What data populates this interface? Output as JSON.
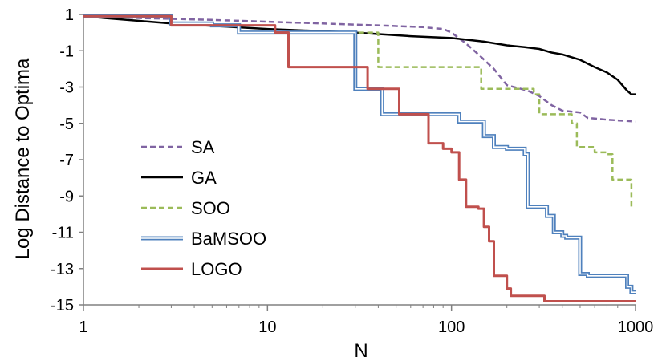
{
  "chart_data": {
    "type": "line",
    "title": "",
    "xlabel": "N",
    "ylabel": "Log Distance to Optima",
    "x_scale": "log",
    "xlim": [
      1,
      1000
    ],
    "ylim": [
      -15,
      1
    ],
    "x_ticks": [
      1,
      10,
      100,
      1000
    ],
    "x_tick_labels": [
      "1",
      "10",
      "100",
      "1000"
    ],
    "y_ticks": [
      1,
      -1,
      -3,
      -5,
      -7,
      -9,
      -11,
      -13,
      -15
    ],
    "y_tick_labels": [
      "1",
      "-1",
      "-3",
      "-5",
      "-7",
      "-9",
      "-11",
      "-13",
      "-15"
    ],
    "grid": false,
    "legend": "left",
    "series": [
      {
        "name": "SA",
        "color": "#8064a2",
        "style": "dashed",
        "step": false,
        "points": [
          [
            1,
            0.9
          ],
          [
            2,
            0.8
          ],
          [
            5,
            0.7
          ],
          [
            10,
            0.6
          ],
          [
            20,
            0.5
          ],
          [
            40,
            0.4
          ],
          [
            70,
            0.3
          ],
          [
            90,
            0.2
          ],
          [
            100,
            0
          ],
          [
            120,
            -0.6
          ],
          [
            140,
            -1.2
          ],
          [
            170,
            -2
          ],
          [
            200,
            -2.9
          ],
          [
            260,
            -3.2
          ],
          [
            300,
            -3.5
          ],
          [
            350,
            -4
          ],
          [
            400,
            -4.3
          ],
          [
            500,
            -4.4
          ],
          [
            550,
            -4.7
          ],
          [
            700,
            -4.8
          ],
          [
            1000,
            -4.9
          ]
        ]
      },
      {
        "name": "GA",
        "color": "#000000",
        "style": "solid",
        "step": false,
        "points": [
          [
            1,
            0.9
          ],
          [
            3,
            0.5
          ],
          [
            10,
            0.2
          ],
          [
            30,
            0
          ],
          [
            60,
            -0.2
          ],
          [
            100,
            -0.3
          ],
          [
            150,
            -0.5
          ],
          [
            200,
            -0.7
          ],
          [
            250,
            -0.8
          ],
          [
            300,
            -0.9
          ],
          [
            350,
            -1.1
          ],
          [
            400,
            -1.2
          ],
          [
            500,
            -1.5
          ],
          [
            600,
            -1.9
          ],
          [
            700,
            -2.2
          ],
          [
            800,
            -2.6
          ],
          [
            900,
            -3.2
          ],
          [
            950,
            -3.4
          ],
          [
            1000,
            -3.4
          ]
        ]
      },
      {
        "name": "SOO",
        "color": "#9bbb59",
        "style": "dashed",
        "step": true,
        "points": [
          [
            1,
            0.9
          ],
          [
            3,
            0.5
          ],
          [
            5,
            0.4
          ],
          [
            7,
            0
          ],
          [
            38,
            0
          ],
          [
            40,
            -1.9
          ],
          [
            135,
            -1.9
          ],
          [
            145,
            -3.1
          ],
          [
            240,
            -3.1
          ],
          [
            280,
            -3.4
          ],
          [
            300,
            -4.5
          ],
          [
            400,
            -4.5
          ],
          [
            450,
            -5
          ],
          [
            480,
            -6.3
          ],
          [
            550,
            -6.3
          ],
          [
            600,
            -6.6
          ],
          [
            700,
            -6.7
          ],
          [
            750,
            -8.1
          ],
          [
            900,
            -8.1
          ],
          [
            950,
            -9.6
          ],
          [
            960,
            -9.7
          ]
        ]
      },
      {
        "name": "BaMSOO",
        "color": "#4f81bd",
        "style": "double",
        "step": true,
        "points": [
          [
            1,
            0.9
          ],
          [
            3,
            0.5
          ],
          [
            5,
            0.4
          ],
          [
            7,
            0
          ],
          [
            28,
            0
          ],
          [
            30,
            -3.1
          ],
          [
            40,
            -3.1
          ],
          [
            42,
            -4.5
          ],
          [
            100,
            -4.5
          ],
          [
            110,
            -4.9
          ],
          [
            150,
            -5.7
          ],
          [
            170,
            -6.3
          ],
          [
            200,
            -6.4
          ],
          [
            250,
            -6.7
          ],
          [
            260,
            -9.6
          ],
          [
            300,
            -9.6
          ],
          [
            330,
            -10.1
          ],
          [
            360,
            -11
          ],
          [
            400,
            -11.2
          ],
          [
            420,
            -11.3
          ],
          [
            500,
            -13.3
          ],
          [
            550,
            -13.4
          ],
          [
            900,
            -14
          ],
          [
            950,
            -14.3
          ],
          [
            1000,
            -14.3
          ]
        ]
      },
      {
        "name": "LOGO",
        "color": "#c0504d",
        "style": "solid",
        "step": true,
        "points": [
          [
            1,
            0.9
          ],
          [
            3,
            0.4
          ],
          [
            5,
            0.4
          ],
          [
            11,
            0
          ],
          [
            13,
            -1.9
          ],
          [
            30,
            -1.9
          ],
          [
            35,
            -3.1
          ],
          [
            50,
            -3.1
          ],
          [
            52,
            -4.5
          ],
          [
            70,
            -4.5
          ],
          [
            75,
            -6.1
          ],
          [
            85,
            -6.1
          ],
          [
            90,
            -6.4
          ],
          [
            100,
            -6.6
          ],
          [
            110,
            -8.1
          ],
          [
            120,
            -9.6
          ],
          [
            140,
            -9.7
          ],
          [
            150,
            -10.7
          ],
          [
            160,
            -11.5
          ],
          [
            170,
            -13.4
          ],
          [
            200,
            -14.1
          ],
          [
            210,
            -14.5
          ],
          [
            300,
            -14.5
          ],
          [
            320,
            -14.8
          ],
          [
            1000,
            -14.8
          ]
        ]
      }
    ]
  }
}
